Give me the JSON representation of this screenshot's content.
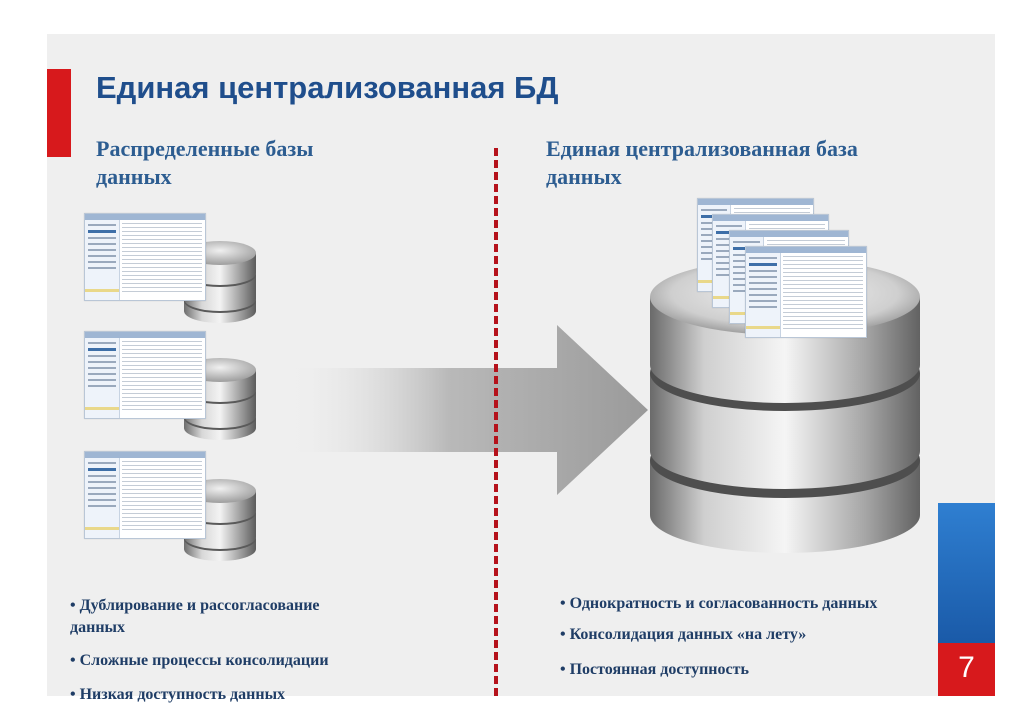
{
  "slide": {
    "title": "Единая централизованная БД",
    "page_number": "7"
  },
  "left": {
    "heading_line1": "Распределенные базы",
    "heading_line2": "данных",
    "bullets": [
      "• Дублирование и рассогласование",
      "данных",
      "• Сложные процессы консолидации",
      "• Низкая доступность данных"
    ]
  },
  "right": {
    "heading_line1": "Единая централизованная база",
    "heading_line2": "данных",
    "bullets": [
      "• Однократность и согласованность данных",
      "• Консолидация данных «на лету»",
      "• Постоянная доступность"
    ]
  },
  "colors": {
    "accent_red": "#d7191c",
    "title_blue": "#1f4e8c",
    "bar_blue": "#2f7fd1",
    "background": "#efefef"
  },
  "icons": [
    "database-icon",
    "arrow-right-icon",
    "application-window-icon"
  ]
}
